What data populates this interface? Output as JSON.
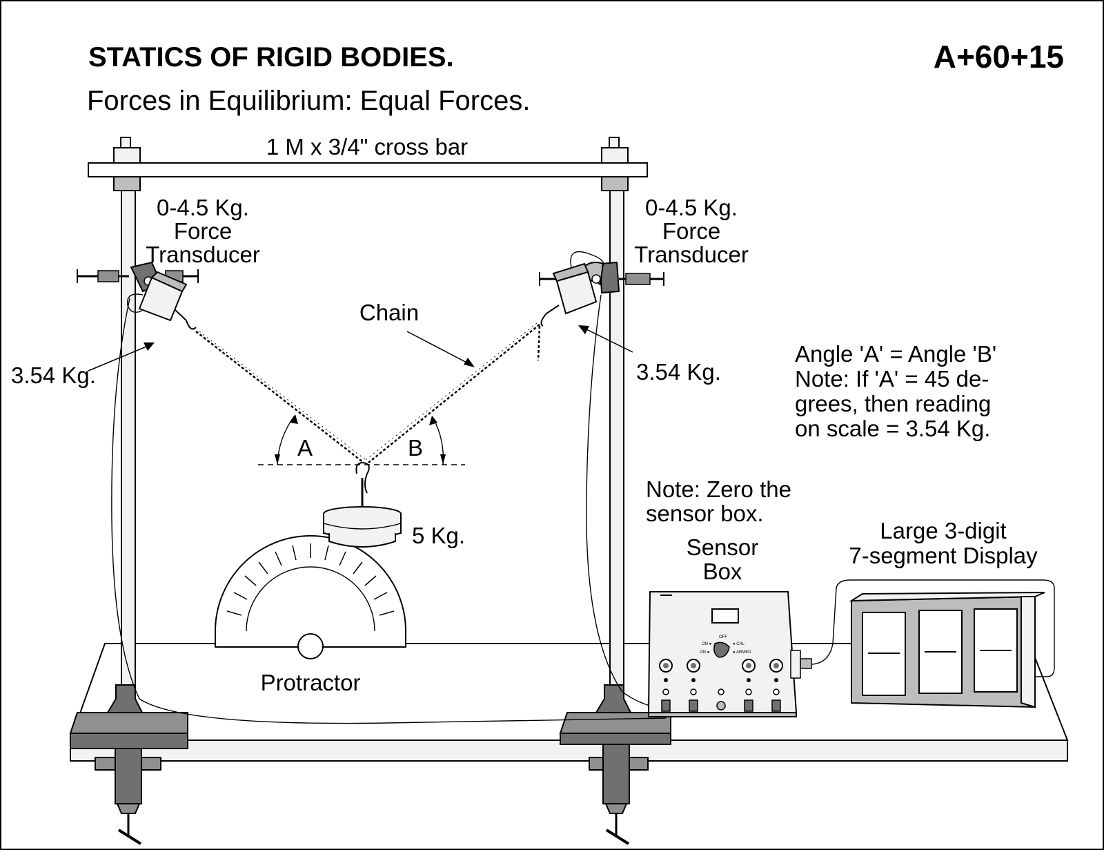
{
  "header": {
    "title": "STATICS OF RIGID BODIES.",
    "subtitle": "Forces in Equilibrium:  Equal Forces.",
    "code": "A+60+15"
  },
  "labels": {
    "cross_bar": "1 M x 3/4\" cross bar",
    "left_transducer": [
      "0-4.5 Kg.",
      "Force",
      "Transducer"
    ],
    "right_transducer": [
      "0-4.5 Kg.",
      "Force",
      "Transducer"
    ],
    "chain": "Chain",
    "left_reading": "3.54 Kg.",
    "right_reading": "3.54 Kg.",
    "angle_a": "A",
    "angle_b": "B",
    "weight": "5 Kg.",
    "protractor": "Protractor",
    "note_angle": [
      "Angle 'A' = Angle 'B'",
      "Note: If 'A' = 45 de-",
      "grees, then reading",
      "on scale = 3.54 Kg."
    ],
    "note_zero": [
      "Note: Zero the",
      "sensor box."
    ],
    "sensor_box": [
      "Sensor",
      "Box"
    ],
    "display": [
      "Large 3-digit",
      "7-segment Display"
    ],
    "sensor_panel": {
      "top": "OFF",
      "left": "ON ●",
      "right": "● CAL",
      "bottom_left": "ON ●",
      "bottom_right": "● ARMED"
    }
  },
  "colors": {
    "line": "#000000",
    "fill_light": "#f2f2f2",
    "fill_mid": "#bdbdbd",
    "fill_dark": "#707070"
  }
}
